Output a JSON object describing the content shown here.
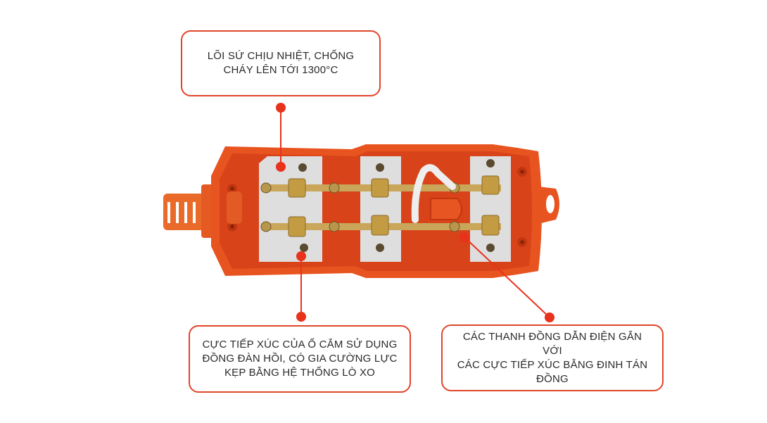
{
  "callouts": [
    {
      "id": "ceramic-core",
      "lines": [
        "LÕI SỨ CHỊU NHIỆT, CHỐNG",
        "CHÁY LÊN TỚI 1300°C"
      ]
    },
    {
      "id": "elastic-copper-contacts",
      "lines": [
        "CỰC TIẾP XÚC CỦA Ổ CẮM SỬ DỤNG",
        "ĐỒNG ĐÀN HỒI, CÓ GIA CƯỜNG LỰC",
        "KẸP BẰNG HỆ THỐNG LÒ XO"
      ]
    },
    {
      "id": "copper-bus-bars",
      "lines": [
        "CÁC THANH ĐỒNG DẪN ĐIỆN GẮN VỚI",
        "CÁC CỰC TIẾP XÚC BẰNG ĐINH TÁN",
        "ĐỒNG"
      ]
    }
  ],
  "product": {
    "name": "power-strip-interior",
    "sockets": 3,
    "colors": {
      "housing": "#e8541f",
      "housing_inner": "#d8431a",
      "housing_dark": "#b8320f",
      "ceramic": "#dcdcdc",
      "brass": "#c9a659",
      "brass_dark": "#9c7b35",
      "accent_line": "#e8321c"
    }
  }
}
